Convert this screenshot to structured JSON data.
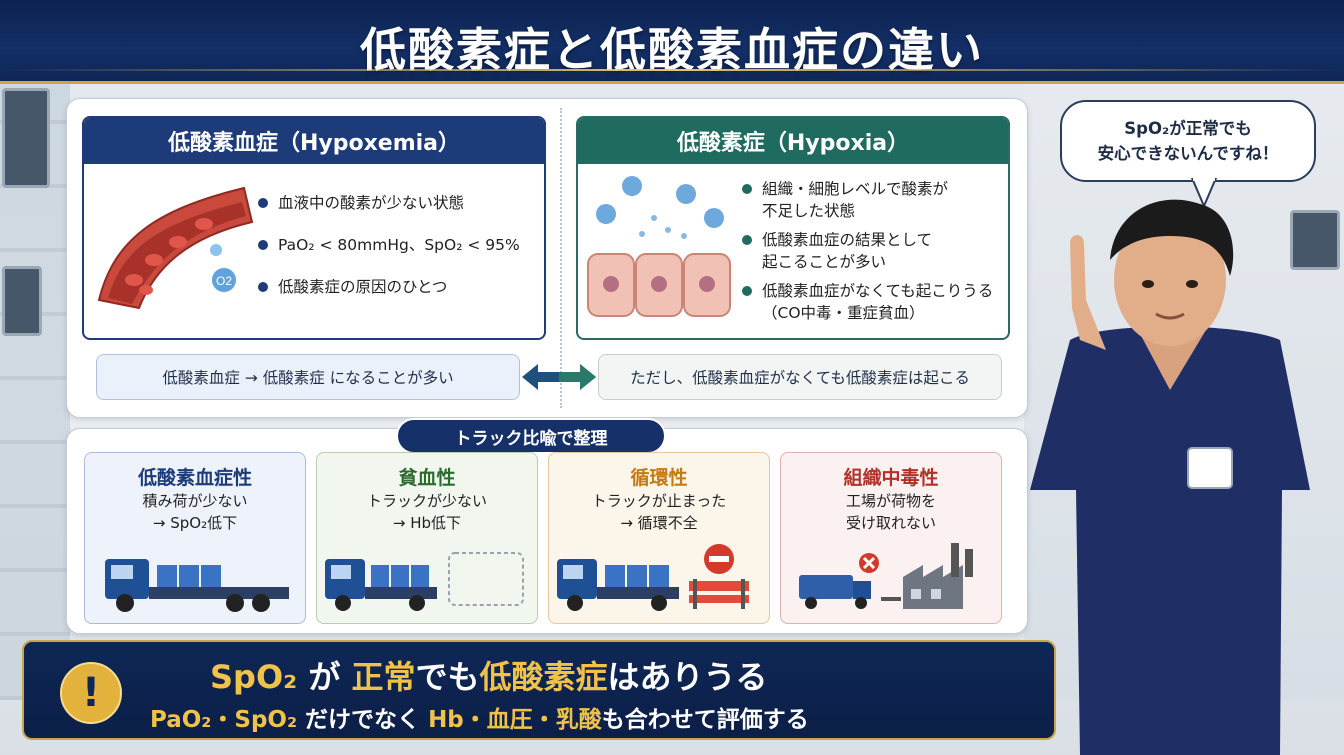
{
  "title": "低酸素症と低酸素血症の違い",
  "hypoxemia": {
    "heading": "低酸素血症（Hypoxemia）",
    "bullets": [
      "血液中の酸素が少ない状態",
      "PaO₂ < 80mmHg、SpO₂ < 95%",
      "低酸素症の原因のひとつ"
    ],
    "o2_label": "O2"
  },
  "hypoxia": {
    "heading": "低酸素症（Hypoxia）",
    "bullets": [
      [
        "組織・細胞レベルで酸素が",
        "不足した状態"
      ],
      [
        "低酸素血症の結果として",
        "起こることが多い"
      ],
      [
        "低酸素血症がなくても起こりうる",
        "（CO中毒・重症貧血）"
      ]
    ]
  },
  "summary": {
    "left": "低酸素血症 → 低酸素症 になることが多い",
    "right": "ただし、低酸素血症がなくても低酸素症は起こる"
  },
  "truck_analogy": {
    "label": "トラック比喩で整理",
    "cards": [
      {
        "title": "低酸素血症性",
        "lines": [
          "積み荷が少ない",
          "→ SpO₂低下"
        ]
      },
      {
        "title": "貧血性",
        "lines": [
          "トラックが少ない",
          "→ Hb低下"
        ]
      },
      {
        "title": "循環性",
        "lines": [
          "トラックが止まった",
          "→ 循環不全"
        ]
      },
      {
        "title": "組織中毒性",
        "lines": [
          "工場が荷物を",
          "受け取れない"
        ]
      }
    ]
  },
  "banner": {
    "icon": "!",
    "line1": {
      "a": "SpO₂",
      "b": " が ",
      "c": "正常",
      "d": "でも",
      "e": "低酸素症",
      "f": "はありうる"
    },
    "line2": {
      "a": "PaO₂・SpO₂",
      "b": " だけでなく  ",
      "c": "Hb・血圧・乳酸",
      "d": "も合わせて評価する"
    }
  },
  "bubble": {
    "line1": "SpO₂が正常でも",
    "line2": "安心できないんですね！"
  },
  "colors": {
    "navy": "#1d3b78",
    "teal": "#1f6b60",
    "gold": "#f1c24a"
  }
}
